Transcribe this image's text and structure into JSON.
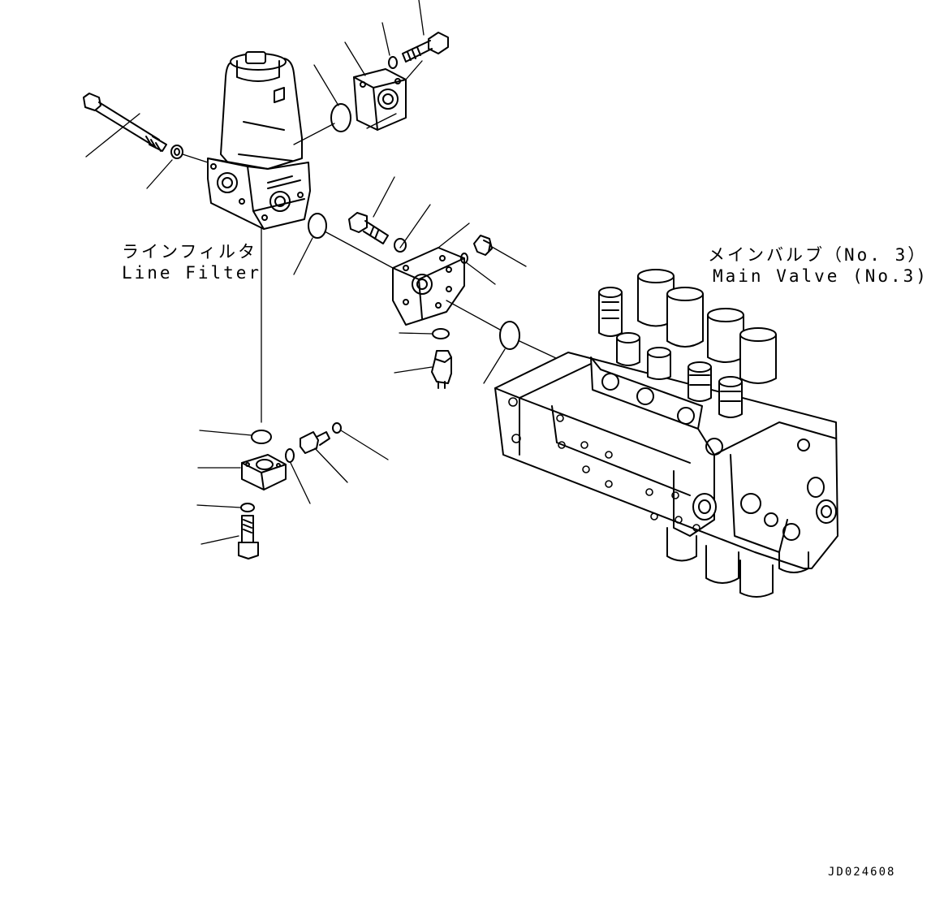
{
  "labels": {
    "line_filter_jp": "ラインフィルタ",
    "line_filter_en": "Line Filter",
    "main_valve_jp": "メインバルブ（No. 3）",
    "main_valve_en": "Main Valve (No.3)"
  },
  "drawing_code": "JD024608",
  "colors": {
    "line": "#000000",
    "background": "#ffffff"
  }
}
